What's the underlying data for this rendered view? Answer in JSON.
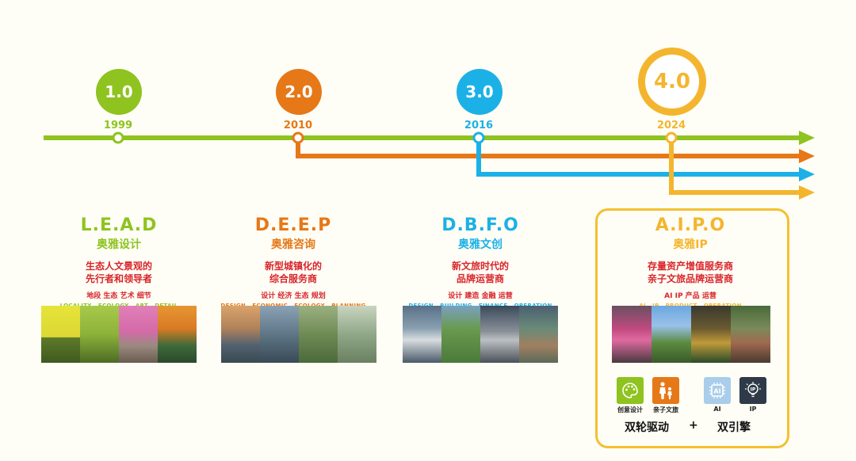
{
  "colors": {
    "green": "#8fc31f",
    "orange": "#e67817",
    "blue": "#1cb1e6",
    "yellow": "#f4b52e",
    "red": "#d9252b"
  },
  "stages": [
    {
      "version": "1.0",
      "year": "1999",
      "code": "L.E.A.D",
      "brand": "奥雅设计",
      "desc": [
        "生态人文景观的",
        "先行者和领导者"
      ],
      "tags_cn": "地段 生态 艺术 细节",
      "tags_en": "LOCALITY   ECOLOGY   ART   DETAIL",
      "color": "#8fc31f"
    },
    {
      "version": "2.0",
      "year": "2010",
      "code": "D.E.E.P",
      "brand": "奥雅咨询",
      "desc": [
        "新型城镇化的",
        "综合服务商"
      ],
      "tags_cn": "设计 经济 生态 规划",
      "tags_en": "DESIGN   ECONOMIC   ECOLOGY   PLANNING",
      "color": "#e67817"
    },
    {
      "version": "3.0",
      "year": "2016",
      "code": "D.B.F.O",
      "brand": "奥雅文创",
      "desc": [
        "新文旅时代的",
        "品牌运营商"
      ],
      "tags_cn": "设计 建造 金融 运营",
      "tags_en": "DESIGN   BUILDING   FINANCE   OPERATION",
      "color": "#1cb1e6"
    },
    {
      "version": "4.0",
      "year": "2024",
      "code": "A.I.P.O",
      "brand": "奥雅IP",
      "desc": [
        "存量资产增值服务商",
        "亲子文旅品牌运营商"
      ],
      "tags_cn": "AI  IP 产品 运营",
      "tags_en": "AI   IP   PRODUCT   OPERATION",
      "color": "#f4b52e"
    }
  ],
  "drivers": [
    {
      "label": "创意设计",
      "icon": "palette-icon",
      "bg": "#8fc31f"
    },
    {
      "label": "亲子文旅",
      "icon": "parent-child-icon",
      "bg": "#e67817"
    },
    {
      "label": "AI",
      "icon": "ai-chip-icon",
      "bg": "#a9cdea"
    },
    {
      "label": "IP",
      "icon": "lightbulb-icon",
      "bg": "#2e3a48"
    }
  ],
  "engines": {
    "left": "双轮驱动",
    "plus": "+",
    "right": "双引擎"
  }
}
